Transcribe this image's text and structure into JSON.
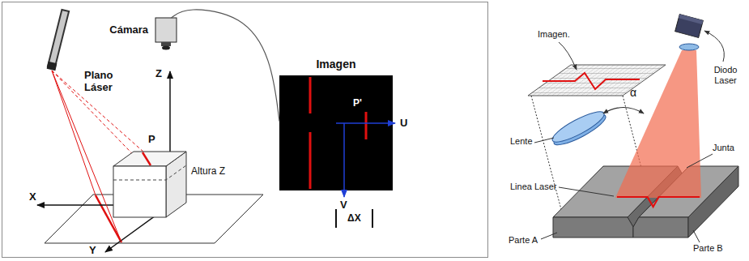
{
  "diagram": {
    "nodes": [
      {
        "text": [
          "Cámara"
        ]
      },
      {
        "text": [
          "Imagen"
        ]
      }
    ],
    "edges": [
      {
        "from": 0,
        "to": 1,
        "arrow": "none"
      }
    ],
    "labels": [
      "Plano Láser",
      "Z",
      "P",
      "Altura Z",
      "X",
      "Y",
      "P'",
      "U",
      "V",
      "ΔX",
      "Imagen.",
      "Diodo Laser",
      "α",
      "Lente",
      "Junta",
      "Linea Laser",
      "Parte A",
      "Parte B"
    ]
  }
}
